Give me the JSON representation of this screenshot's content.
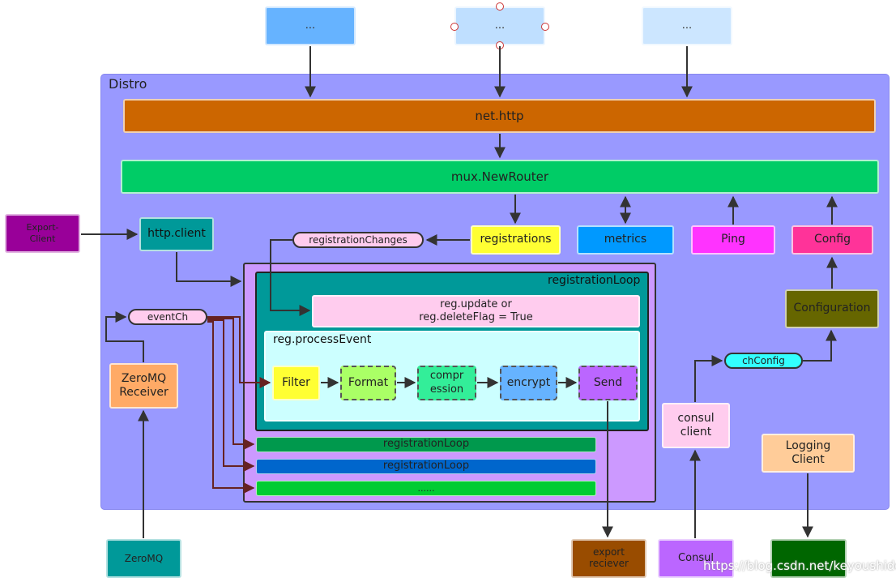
{
  "top_boxes": [
    "...",
    "...",
    "..."
  ],
  "distro_label": "Distro",
  "net_http": "net.http",
  "mux_router": "mux.NewRouter",
  "export_client": "Export-\nClient",
  "http_client": "http.client",
  "registration_changes": "registrationChanges",
  "registrations": "registrations",
  "metrics": "metrics",
  "ping": "Ping",
  "config": "Config",
  "configuration": "Configuration",
  "registration_loop_title": "registrationLoop",
  "reg_update": "reg.update or\nreg.deleteFlag = True",
  "process_event": "reg.processEvent",
  "event_ch": "eventCh",
  "zeromq_receiver": "ZeroMQ\nReceiver",
  "pipeline": [
    "Filter",
    "Format",
    "compr\nession",
    "encrypt",
    "Send"
  ],
  "loops": [
    "registrationLoop",
    "registrationLoop",
    "......"
  ],
  "ch_config": "chConfig",
  "consul_client": "consul\nclient",
  "logging_client": "Logging\nClient",
  "zeromq": "ZeroMQ",
  "export_receiver": "export\nreciever",
  "consul": "Consul",
  "watermark": "https://blog.csdn.net/keyoushide",
  "colors": {
    "distro_bg": "#9999ff",
    "net_http": "#cc6600",
    "mux": "#00cc66",
    "export_client": "#990099",
    "teal": "#009999",
    "registrations": "#ffff33",
    "metrics": "#0099ff",
    "ping": "#ff33ff",
    "config": "#ff3399",
    "configuration": "#666600",
    "loop_outer": "#cc99ff",
    "loop_inner": "#009999",
    "pink": "#ffccee",
    "process_bg": "#ccffff",
    "zeromq_receiver": "#ffaa66",
    "export_receiver": "#994c00",
    "consul": "#bb66ff",
    "logging": "#ffcc99",
    "logging_bottom": "#006600",
    "chconfig": "#33ffff"
  }
}
